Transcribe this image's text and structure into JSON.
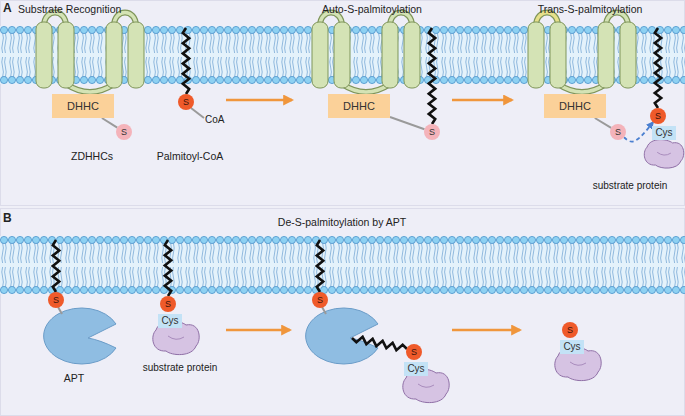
{
  "diagram": {
    "nodes": [
      {
        "text": [
          "DHHC"
        ]
      },
      {
        "text": [
          "S"
        ]
      },
      {
        "text": [
          "S"
        ]
      },
      {
        "text": [
          "DHHC"
        ]
      },
      {
        "text": [
          "S"
        ]
      },
      {
        "text": [
          "DHHC"
        ]
      },
      {
        "text": [
          "S"
        ]
      },
      {
        "text": [
          "S"
        ]
      },
      {
        "text": [
          "Cys"
        ]
      },
      {
        "text": [
          "S"
        ]
      },
      {
        "text": [
          "S"
        ]
      },
      {
        "text": [
          "Cys"
        ]
      },
      {
        "text": [
          "S"
        ]
      },
      {
        "text": [
          "S"
        ]
      },
      {
        "text": [
          "Cys"
        ]
      },
      {
        "text": [
          "S"
        ]
      },
      {
        "text": [
          "Cys"
        ]
      }
    ],
    "edges": [
      {
        "from": 0,
        "to": 1,
        "arrow": "none"
      },
      {
        "from": 3,
        "to": 4,
        "arrow": "none"
      },
      {
        "from": 5,
        "to": 6,
        "arrow": "none"
      },
      {
        "from": 6,
        "to": 7,
        "arrow": "to"
      }
    ],
    "labels": [
      "A",
      "Substrate Recognition",
      "Auto-S-palmitoylation",
      "Trans-S-palmitoylation",
      "CoA",
      "ZDHHCs",
      "Palmitoyl-CoA",
      "substrate protein",
      "B",
      "De-S-palmitoylation by APT",
      "APT",
      "substrate protein"
    ]
  }
}
